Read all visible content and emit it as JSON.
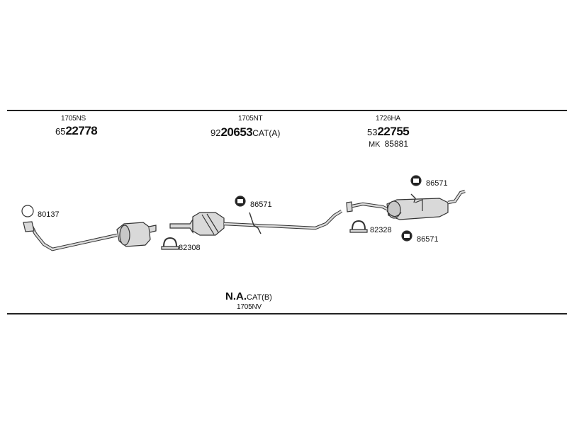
{
  "sections": [
    {
      "ref": "1705NS",
      "prefix": "65",
      "number": "22778",
      "suffix": ""
    },
    {
      "ref": "1705NT",
      "prefix": "92",
      "number": "20653",
      "suffix": "CAT(A)"
    },
    {
      "ref": "1726HA",
      "prefix": "53",
      "number": "22755",
      "suffix": "",
      "extra_prefix": "MK",
      "extra_number": "85881"
    }
  ],
  "part_codes": {
    "c80137": "80137",
    "c82308": "82308",
    "c86571_mid": "86571",
    "c86571_top": "86571",
    "c82328": "82328",
    "c86571_bottom": "86571"
  },
  "footer": {
    "main": "N.A.",
    "suffix": "CAT(B)",
    "ref": "1705NV"
  },
  "colors": {
    "line": "#222222",
    "part_fill": "#d9d9d9",
    "part_stroke": "#333333"
  }
}
